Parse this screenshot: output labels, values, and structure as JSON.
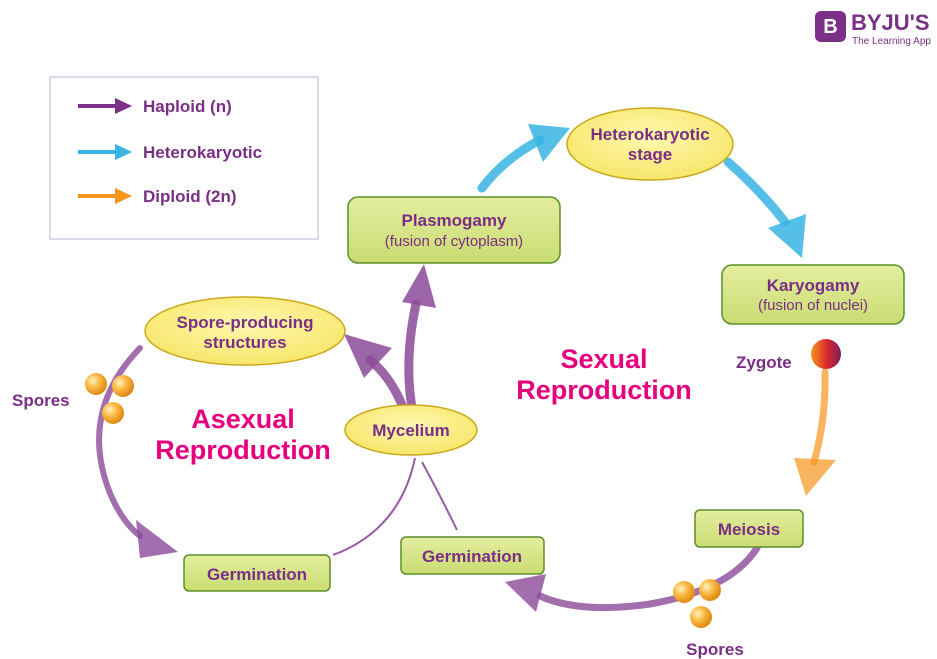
{
  "brand": {
    "name": "BYJU'S",
    "tagline": "The Learning App",
    "logo_letter": "B",
    "color": "#7b2f86"
  },
  "legend": [
    {
      "label": "Haploid (n)",
      "color": "#7b3089"
    },
    {
      "label": "Heterokaryotic",
      "color": "#37b4e4"
    },
    {
      "label": "Diploid (2n)",
      "color": "#f7941d"
    }
  ],
  "nodes": {
    "plasmogamy": {
      "title": "Plasmogamy",
      "subtitle": "(fusion of cytoplasm)"
    },
    "heterokaryotic": {
      "line1": "Heterokaryotic",
      "line2": "stage"
    },
    "karyogamy": {
      "title": "Karyogamy",
      "subtitle": "(fusion of nuclei)"
    },
    "spore_producing": {
      "line1": "Spore-producing",
      "line2": "structures"
    },
    "mycelium": {
      "title": "Mycelium"
    },
    "zygote": {
      "label": "Zygote"
    },
    "meiosis": {
      "title": "Meiosis"
    },
    "germination_left": {
      "title": "Germination"
    },
    "germination_right": {
      "title": "Germination"
    },
    "spores_left": {
      "label": "Spores"
    },
    "spores_bottom": {
      "label": "Spores"
    }
  },
  "cycles": {
    "sexual": {
      "line1": "Sexual",
      "line2": "Reproduction"
    },
    "asexual": {
      "line1": "Asexual",
      "line2": "Reproduction"
    }
  },
  "colors": {
    "haploid": "#7b3089",
    "heterokaryotic": "#37b4e4",
    "diploid": "#f7941d",
    "green_box": "#d4e38a",
    "green_border": "#5b8f2a",
    "yellow_oval": "#fbef8c",
    "yellow_border": "#c9a81a",
    "title_pink": "#e6007e",
    "text_purple": "#7a2e86"
  }
}
